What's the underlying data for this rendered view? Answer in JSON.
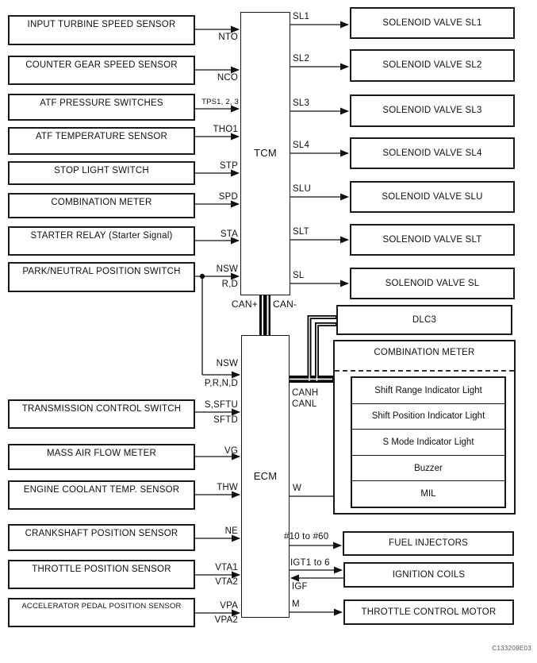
{
  "diagram": {
    "code": "C133209E03",
    "tcm_label": "TCM",
    "ecm_label": "ECM",
    "bus": {
      "can_plus": "CAN+",
      "can_minus": "CAN-",
      "canh": "CANH",
      "canl": "CANL"
    },
    "tcm_inputs": [
      {
        "label": "INPUT TURBINE SPEED SENSOR",
        "signal": "NTO"
      },
      {
        "label": "COUNTER GEAR SPEED SENSOR",
        "signal": "NCO"
      },
      {
        "label": "ATF PRESSURE SWITCHES",
        "signal": "TPS1, 2, 3"
      },
      {
        "label": "ATF TEMPERATURE SENSOR",
        "signal": "THO1"
      },
      {
        "label": "STOP LIGHT SWITCH",
        "signal": "STP"
      },
      {
        "label": "COMBINATION METER",
        "signal": "SPD"
      },
      {
        "label": "STARTER RELAY (Starter Signal)",
        "signal": "STA"
      },
      {
        "label": "PARK/NEUTRAL POSITION SWITCH",
        "signal_top": "NSW",
        "signal_bottom": "R,D"
      }
    ],
    "pn_to_ecm": {
      "signal_top": "NSW",
      "signal_bottom": "P,R,N,D"
    },
    "ecm_inputs": [
      {
        "label": "TRANSMISSION CONTROL SWITCH",
        "signal_top": "S,SFTU",
        "signal_bottom": "SFTD"
      },
      {
        "label": "MASS AIR FLOW METER",
        "signal": "VG"
      },
      {
        "label": "ENGINE COOLANT TEMP. SENSOR",
        "signal": "THW"
      },
      {
        "label": "CRANKSHAFT POSITION SENSOR",
        "signal": "NE"
      },
      {
        "label": "THROTTLE POSITION SENSOR",
        "signal_top": "VTA1",
        "signal_bottom": "VTA2"
      },
      {
        "label": "ACCELERATOR PEDAL POSITION SENSOR",
        "signal_top": "VPA",
        "signal_bottom": "VPA2"
      }
    ],
    "tcm_outputs": [
      {
        "signal": "SL1",
        "label": "SOLENOID VALVE SL1"
      },
      {
        "signal": "SL2",
        "label": "SOLENOID VALVE SL2"
      },
      {
        "signal": "SL3",
        "label": "SOLENOID VALVE SL3"
      },
      {
        "signal": "SL4",
        "label": "SOLENOID VALVE SL4"
      },
      {
        "signal": "SLU",
        "label": "SOLENOID VALVE SLU"
      },
      {
        "signal": "SLT",
        "label": "SOLENOID VALVE SLT"
      },
      {
        "signal": "SL",
        "label": "SOLENOID VALVE SL"
      }
    ],
    "dlc3_label": "DLC3",
    "combination_meter": {
      "title": "COMBINATION METER",
      "items": [
        "Shift Range Indicator Light",
        "Shift Position Indicator Light",
        "S Mode Indicator Light",
        "Buzzer",
        "MIL"
      ]
    },
    "ecm_outputs": [
      {
        "signal": "W"
      },
      {
        "signal": "#10 to #60",
        "label": "FUEL INJECTORS"
      },
      {
        "signal": "IGT1 to 6",
        "label": "IGNITION COILS"
      },
      {
        "signal": "IGF"
      },
      {
        "signal": "M",
        "label": "THROTTLE CONTROL MOTOR"
      }
    ]
  }
}
